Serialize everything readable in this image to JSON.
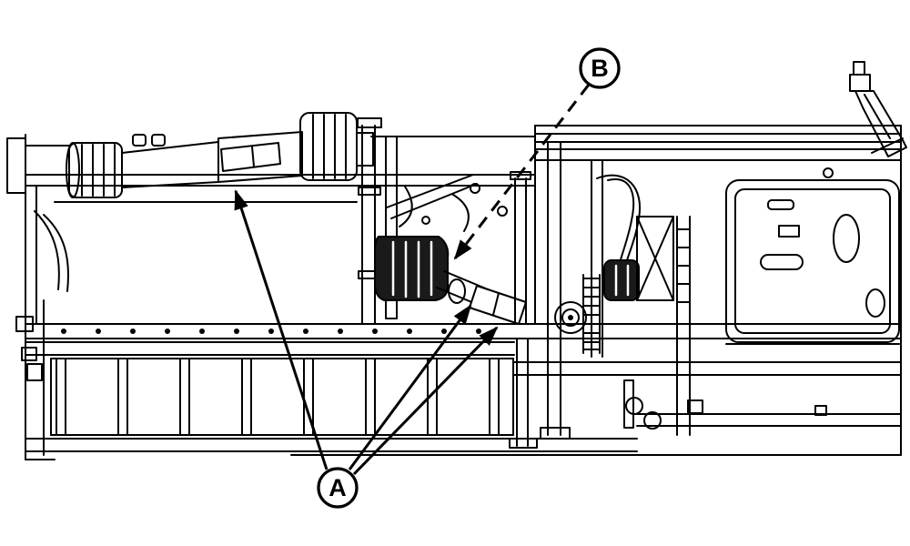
{
  "figure": {
    "name": "equipment-side-view-line-drawing",
    "background_color": "#ffffff",
    "line_color": "#000000",
    "dark_fill_color": "#1a1a1a",
    "callouts": {
      "a": {
        "label": "A"
      },
      "b": {
        "label": "B"
      }
    }
  }
}
